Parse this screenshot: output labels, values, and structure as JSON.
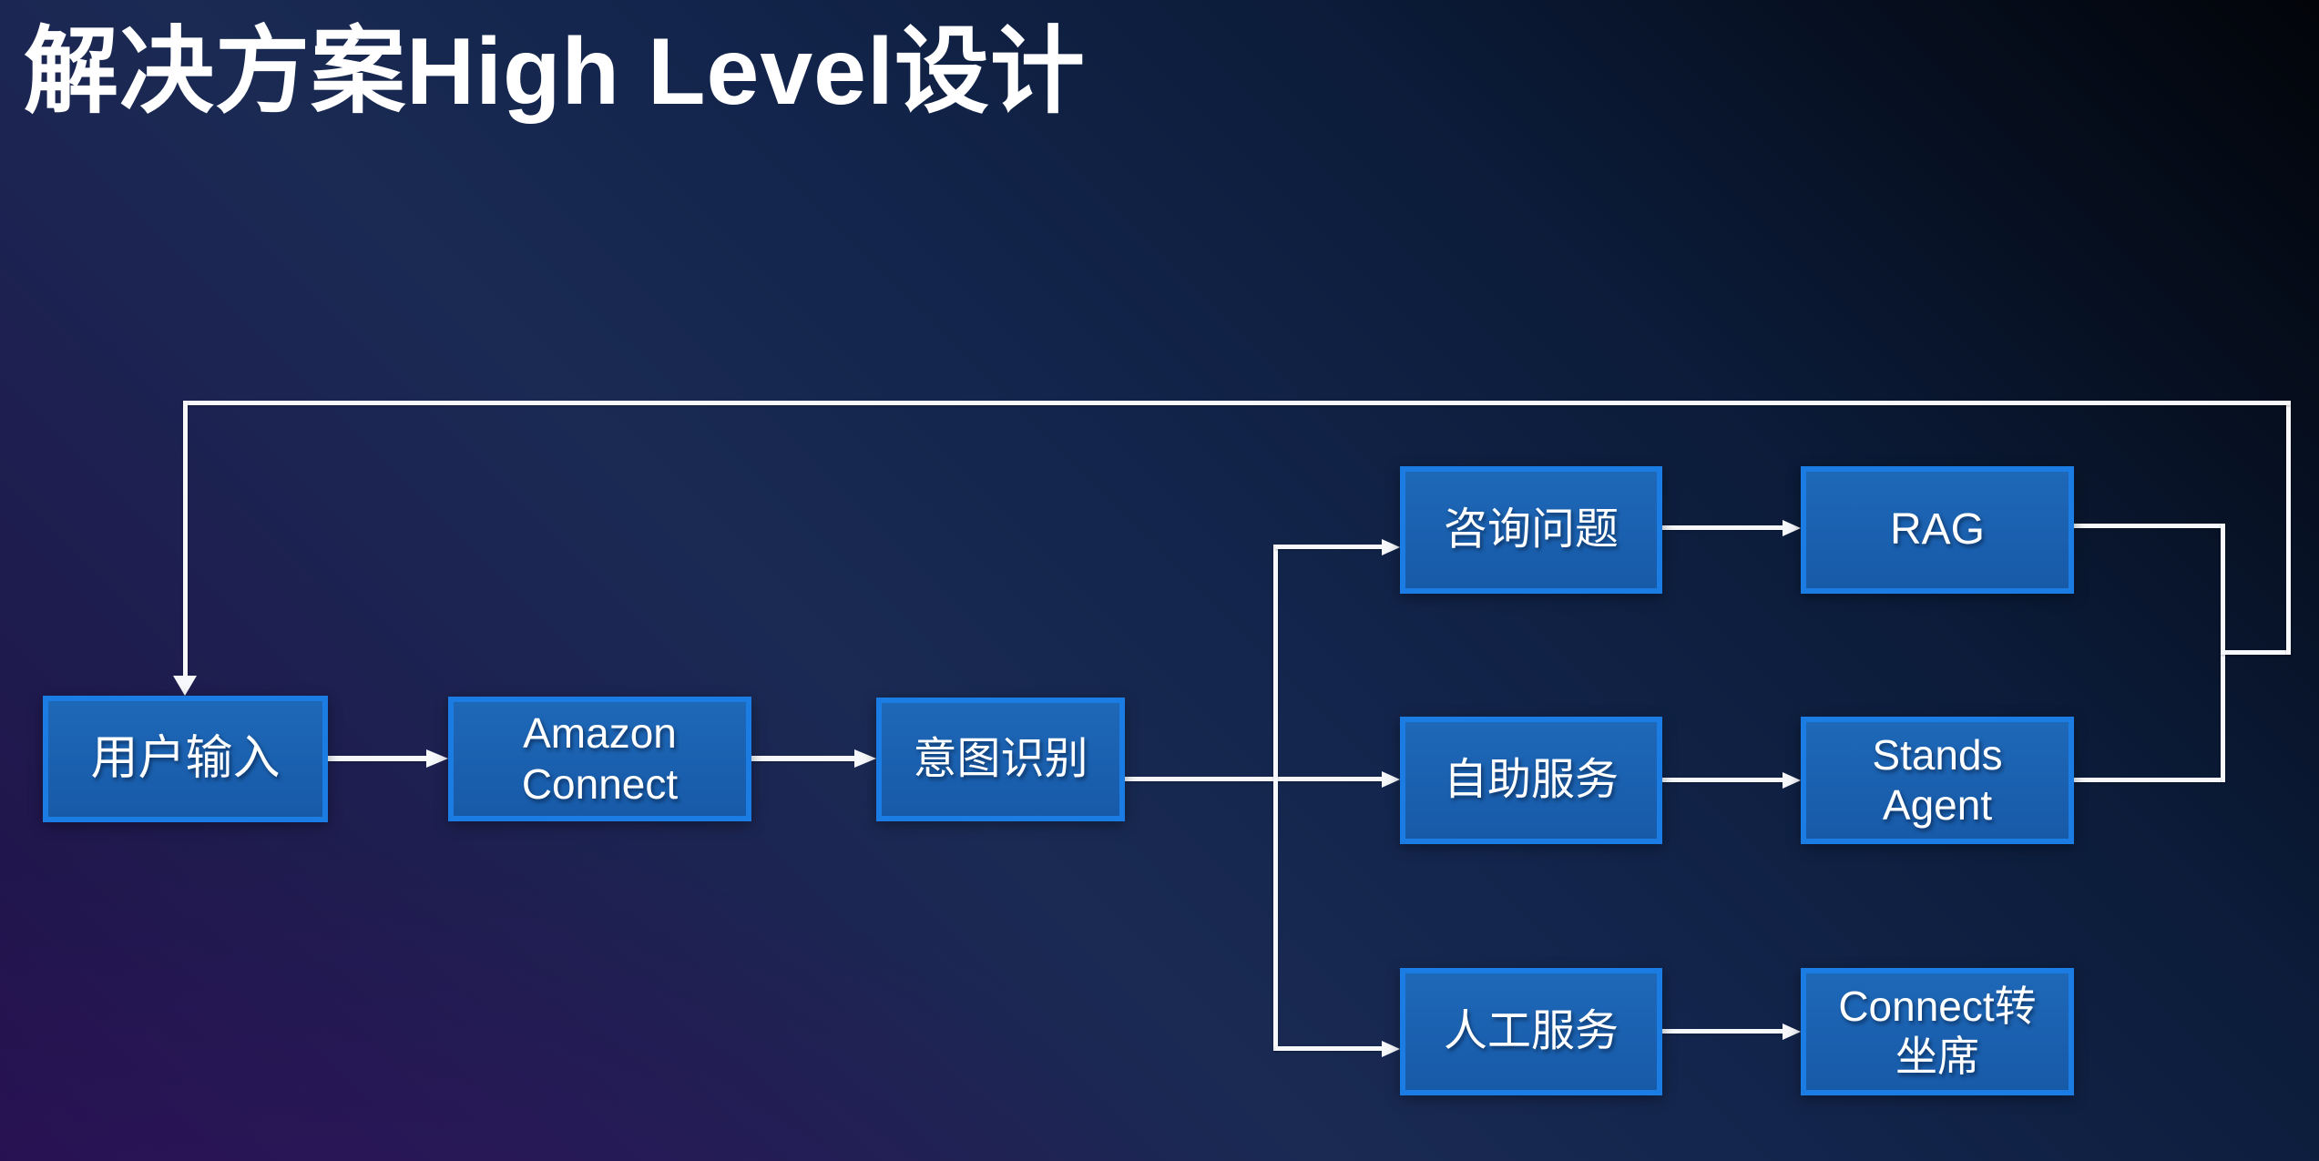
{
  "title": "解决方案High Level设计",
  "colors": {
    "background_navy": "#13254c",
    "background_purple": "#22104b",
    "background_black": "#020409",
    "box_fill": "#175aa8",
    "box_border": "#1b7ce4",
    "connector": "#f6f8fb",
    "text": "#ffffff"
  },
  "diagram": {
    "nodes": {
      "user_input": {
        "label": "用户输入"
      },
      "amazon_connect": {
        "label": "Amazon Connect"
      },
      "intent_recognition": {
        "label": "意图识别"
      },
      "consult_question": {
        "label": "咨询问题"
      },
      "rag": {
        "label": "RAG"
      },
      "self_service": {
        "label": "自助服务"
      },
      "stands_agent": {
        "label": "Stands Agent"
      },
      "human_service": {
        "label": "人工服务"
      },
      "connect_to_agent": {
        "label": "Connect转坐席"
      }
    },
    "edges": [
      {
        "from": "user_input",
        "to": "amazon_connect"
      },
      {
        "from": "amazon_connect",
        "to": "intent_recognition"
      },
      {
        "from": "intent_recognition",
        "to": "consult_question"
      },
      {
        "from": "intent_recognition",
        "to": "self_service"
      },
      {
        "from": "intent_recognition",
        "to": "human_service"
      },
      {
        "from": "consult_question",
        "to": "rag"
      },
      {
        "from": "self_service",
        "to": "stands_agent"
      },
      {
        "from": "human_service",
        "to": "connect_to_agent"
      },
      {
        "from": "rag",
        "to": "user_input"
      },
      {
        "from": "stands_agent",
        "to": "user_input"
      }
    ]
  }
}
